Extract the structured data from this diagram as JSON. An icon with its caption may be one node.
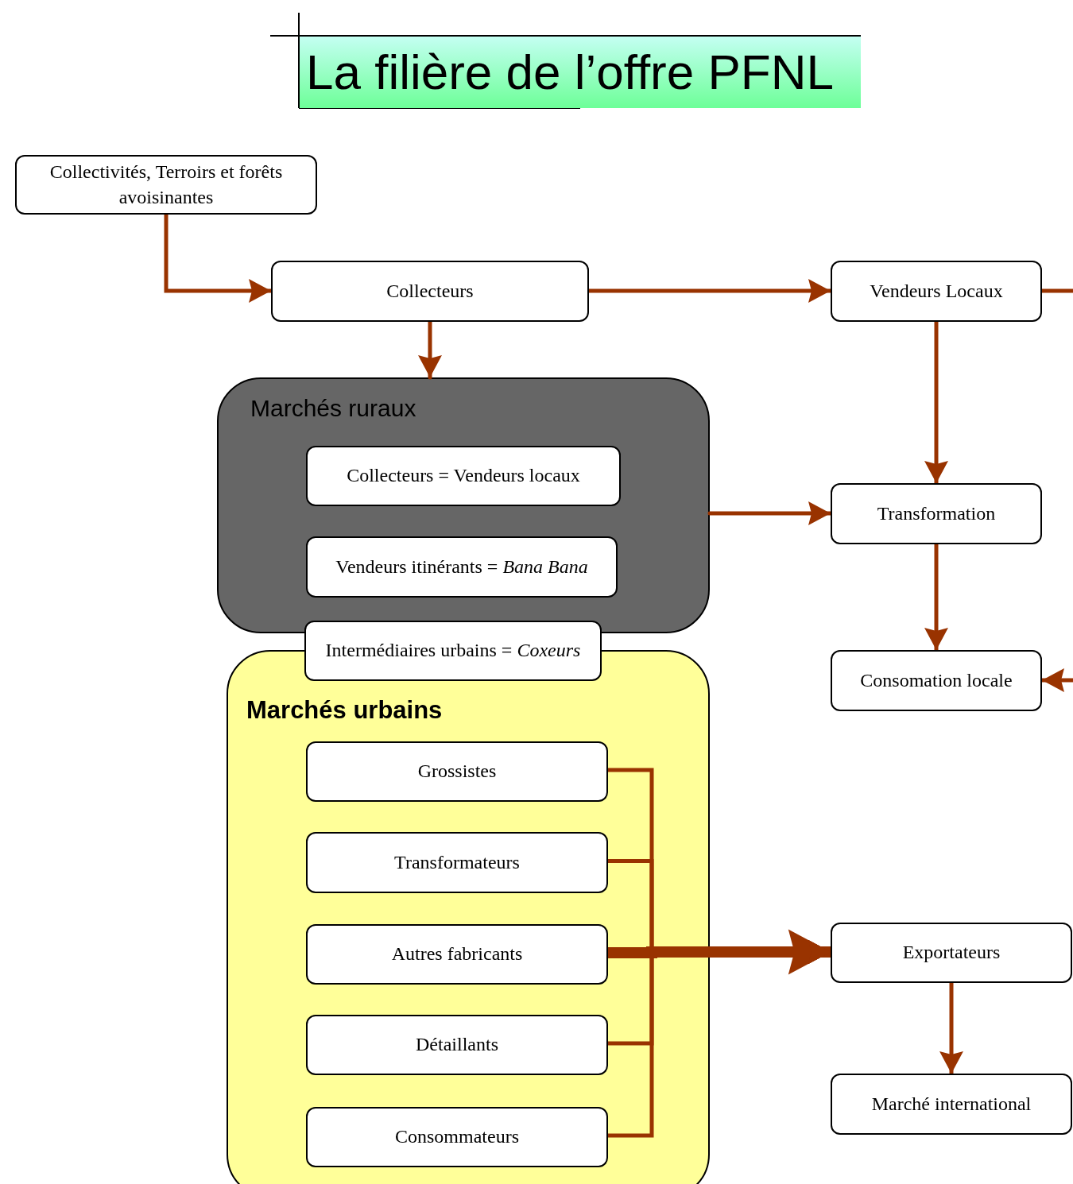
{
  "diagram": {
    "title": "La filière de l’offre PFNL",
    "nodes": [
      {
        "text": [
          "Collectivités, Terroirs et forêts avoisinantes"
        ]
      },
      {
        "text": [
          "Collecteurs"
        ]
      },
      {
        "text": [
          "Vendeurs Locaux"
        ]
      },
      {
        "text": [
          "Marchés ruraux"
        ]
      },
      {
        "text": [
          "Collecteurs = Vendeurs locaux"
        ],
        "in": 3
      },
      {
        "text": [
          "Vendeurs itinérants = *Bana Bana*"
        ],
        "in": 3
      },
      {
        "text": [
          "Transformation"
        ]
      },
      {
        "text": [
          "Intermédiaires urbains = *Coxeurs*"
        ]
      },
      {
        "text": [
          "Consomation locale"
        ]
      },
      {
        "text": [
          "Marchés urbains"
        ]
      },
      {
        "text": [
          "Grossistes"
        ],
        "in": 9
      },
      {
        "text": [
          "Transformateurs"
        ],
        "in": 9
      },
      {
        "text": [
          "Autres fabricants"
        ],
        "in": 9
      },
      {
        "text": [
          "Détaillants"
        ],
        "in": 9
      },
      {
        "text": [
          "Consommateurs"
        ],
        "in": 9
      },
      {
        "text": [
          "Exportateurs"
        ]
      },
      {
        "text": [
          "Marché international"
        ]
      }
    ],
    "edges": [
      {
        "from": 0,
        "to": 1,
        "arrow": "to"
      },
      {
        "from": 1,
        "to": 2,
        "arrow": "to"
      },
      {
        "from": 1,
        "to": 3,
        "arrow": "to"
      },
      {
        "from": 2,
        "to": null,
        "arrow": "none"
      },
      {
        "from": null,
        "to": 8,
        "arrow": "to"
      },
      {
        "from": 2,
        "to": 6,
        "arrow": "to"
      },
      {
        "from": 3,
        "to": 6,
        "arrow": "to"
      },
      {
        "from": 6,
        "to": 8,
        "arrow": "to"
      },
      {
        "from": 10,
        "to": 15,
        "arrow": "to"
      },
      {
        "from": 11,
        "to": 15,
        "arrow": "to"
      },
      {
        "from": 12,
        "to": 15,
        "arrow": "to",
        "style": "thick"
      },
      {
        "from": 13,
        "to": 15,
        "arrow": "to"
      },
      {
        "from": 14,
        "to": 15,
        "arrow": "to"
      },
      {
        "from": 15,
        "to": 16,
        "arrow": "to"
      }
    ]
  }
}
